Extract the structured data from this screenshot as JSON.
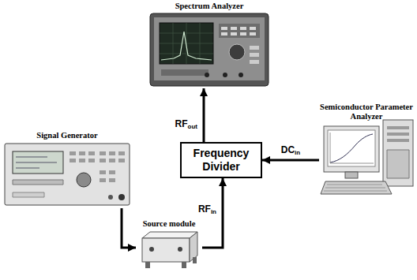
{
  "diagram": {
    "nodes": [
      {
        "text": [
          "Spectrum Analyzer"
        ]
      },
      {
        "text": [
          "Semiconductor Parameter Analyzer"
        ]
      },
      {
        "text": [
          "Signal Generator"
        ]
      },
      {
        "text": [
          "Frequency Divider"
        ]
      },
      {
        "text": [
          "Source module"
        ]
      }
    ],
    "edges": [
      {
        "from": 3,
        "to": 0,
        "label": "RFout",
        "arrow": "to"
      },
      {
        "from": 1,
        "to": 3,
        "label": "DCin",
        "arrow": "to"
      },
      {
        "from": 2,
        "to": 4,
        "arrow": "to"
      },
      {
        "from": 4,
        "to": 3,
        "label": "RFin",
        "arrow": "to"
      }
    ]
  }
}
